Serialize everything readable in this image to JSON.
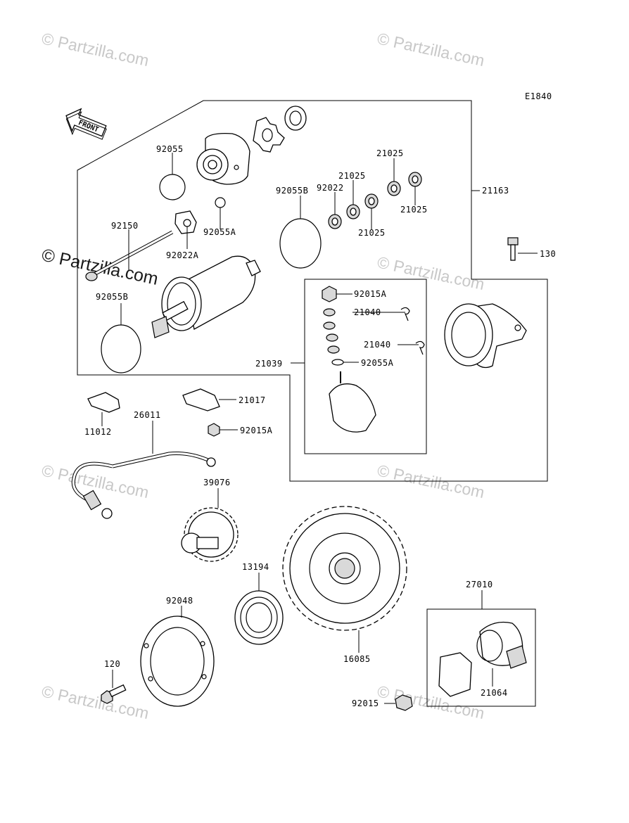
{
  "diagram_code": "E1840",
  "front_label": "FRONT",
  "watermark": "© Partzilla.com",
  "part_labels": {
    "p92055": "92055",
    "p92055a_top": "92055A",
    "p92055b_top": "92055B",
    "p92022": "92022",
    "p21025_a": "21025",
    "p21025_b": "21025",
    "p21025_c": "21025",
    "p21025_d": "21025",
    "p21163": "21163",
    "p92150": "92150",
    "p92022a": "92022A",
    "p130": "130",
    "p92055b_low": "92055B",
    "p92015a_box": "92015A",
    "p21040_a": "21040",
    "p21040_b": "21040",
    "p21039": "21039",
    "p92055a_box": "92055A",
    "p21017": "21017",
    "p11012": "11012",
    "p26011": "26011",
    "p92015a_low": "92015A",
    "p39076": "39076",
    "p13194": "13194",
    "p92048": "92048",
    "p16085": "16085",
    "p27010": "27010",
    "p120": "120",
    "p92015": "92015",
    "p21064": "21064"
  }
}
